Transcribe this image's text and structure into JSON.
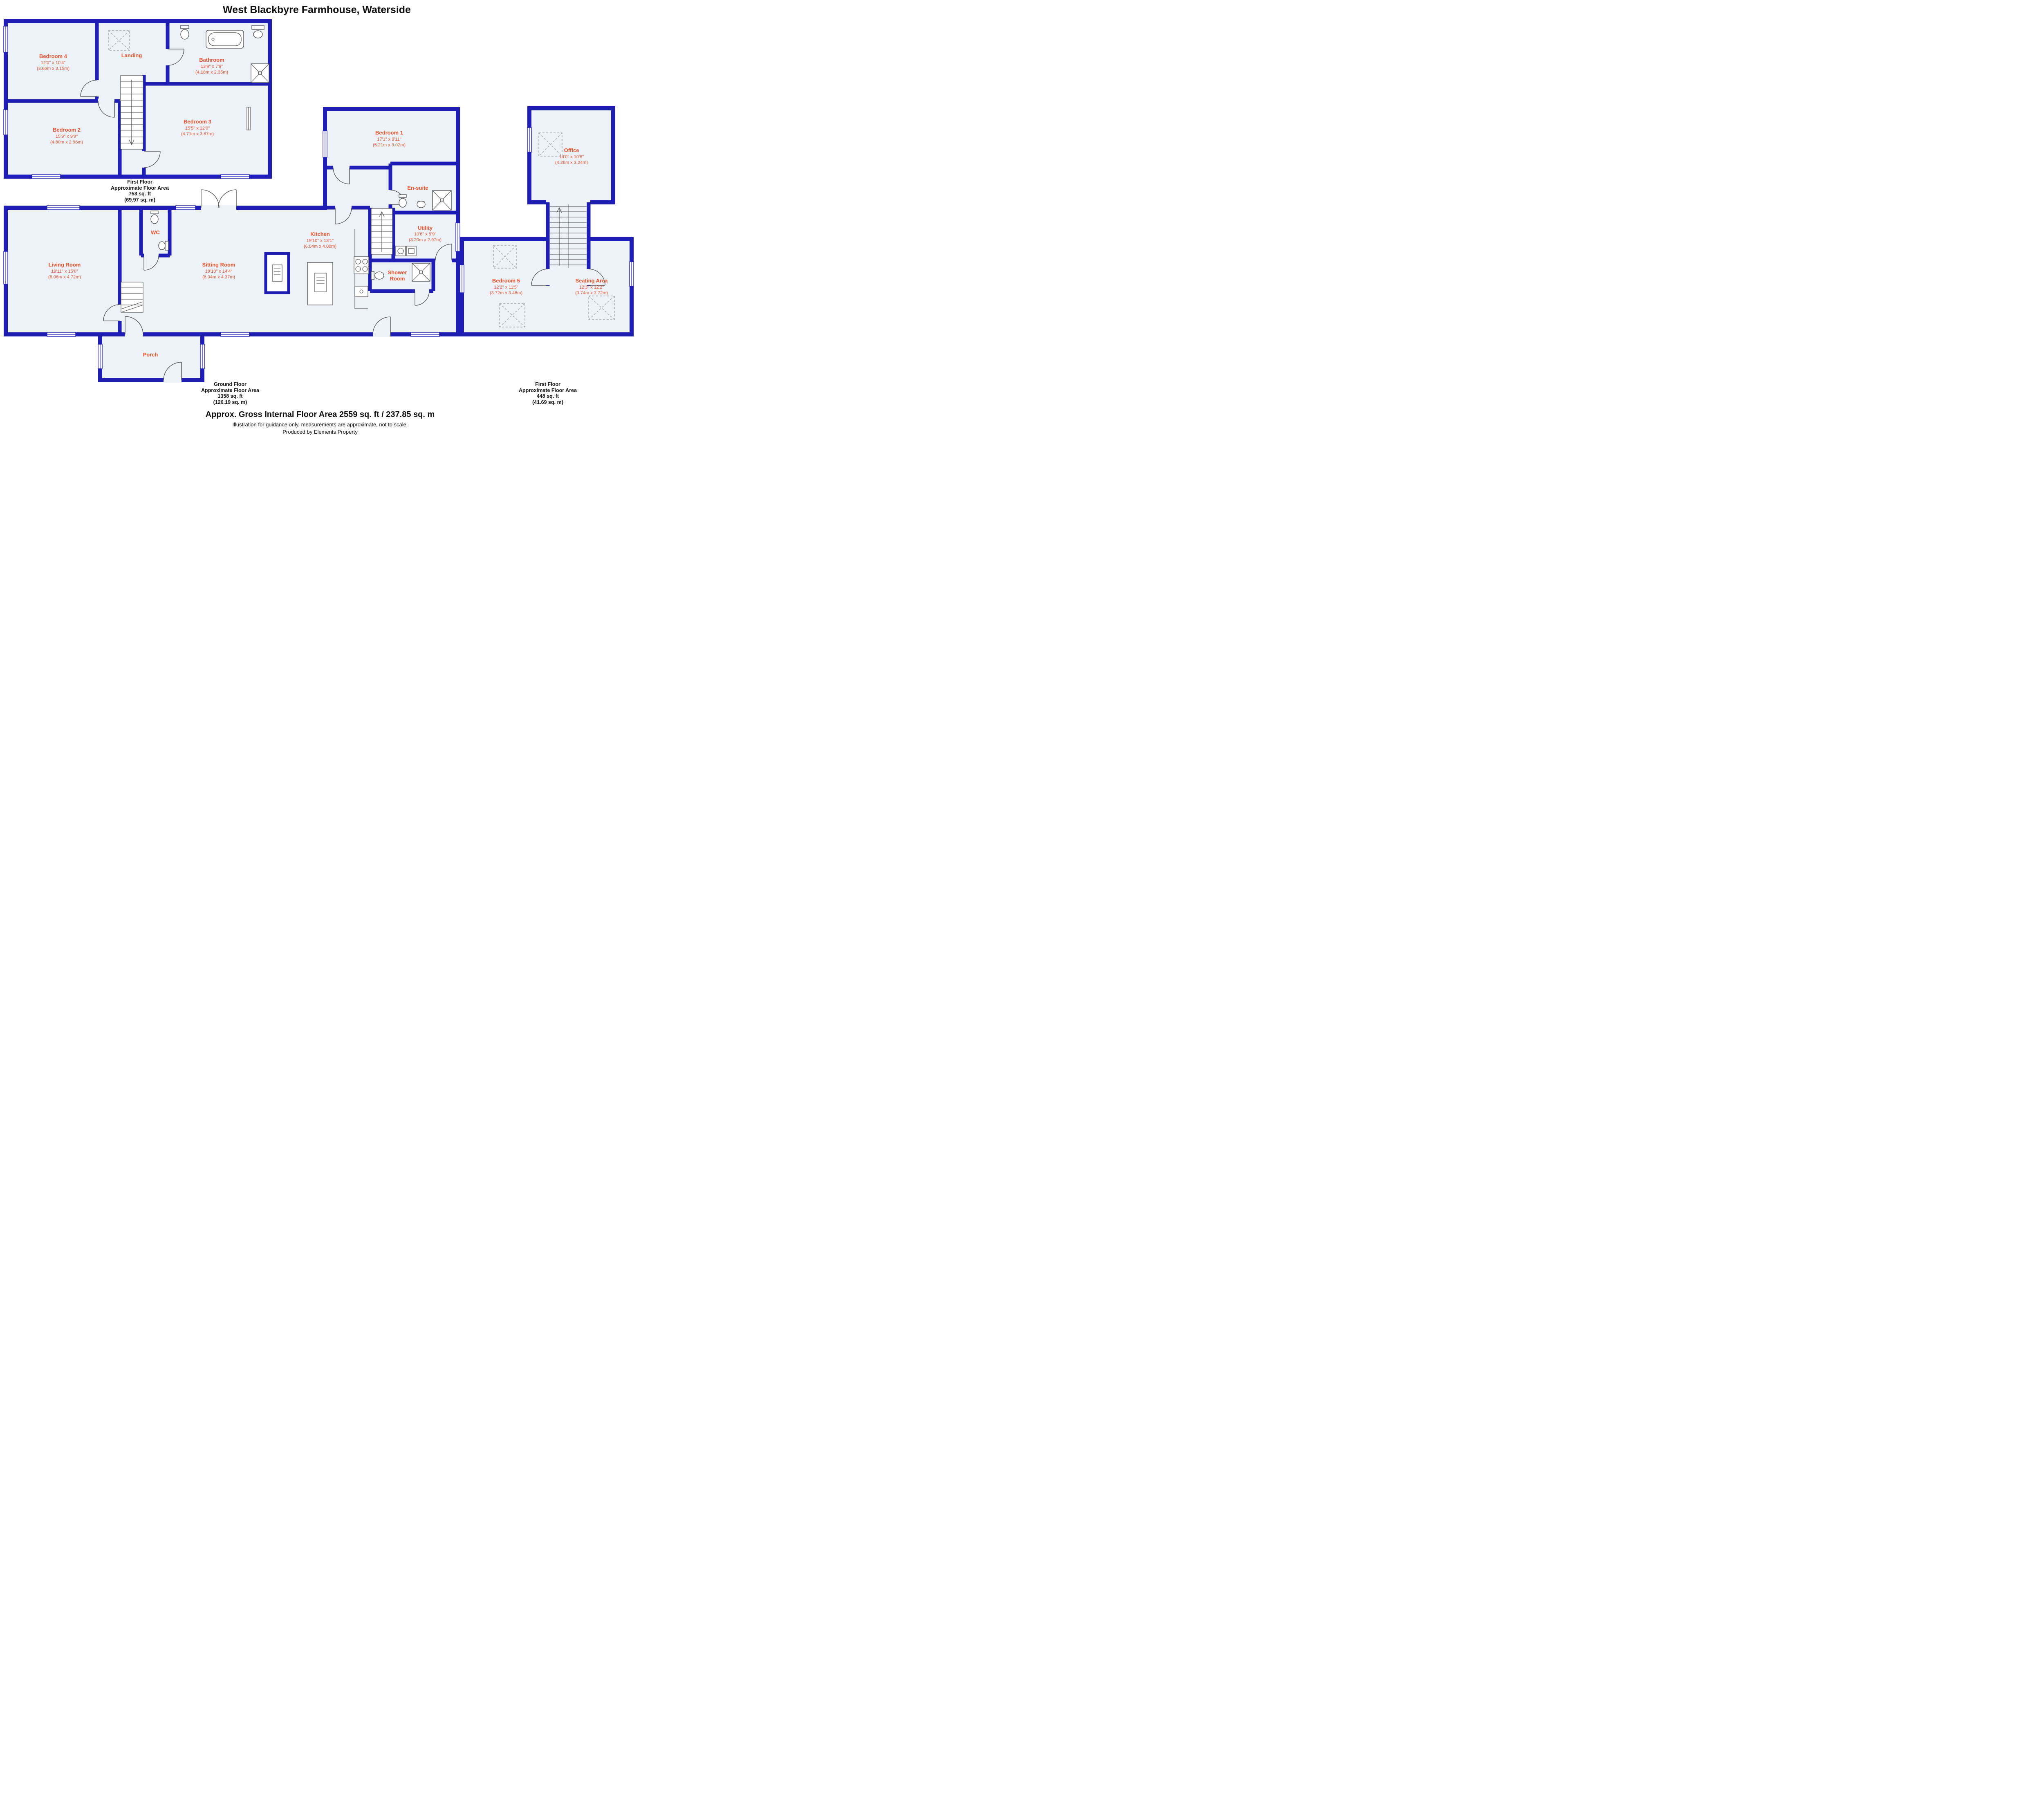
{
  "title": "West Blackbyre Farmhouse, Waterside",
  "colors": {
    "wall": "#1e1eb4",
    "room_fill": "#edf2f9",
    "label": "#e8542e",
    "ink": "#111111"
  },
  "rooms": {
    "bedroom4": {
      "name": "Bedroom 4",
      "ft": "12'0\" x 10'4\"",
      "m": "(3.66m x 3.15m)"
    },
    "landing": {
      "name": "Landing"
    },
    "bathroom": {
      "name": "Bathroom",
      "ft": "13'9\" x 7'9\"",
      "m": "(4.18m x 2.35m)"
    },
    "bedroom2": {
      "name": "Bedroom 2",
      "ft": "15'9\" x 9'9\"",
      "m": "(4.80m x 2.96m)"
    },
    "bedroom3": {
      "name": "Bedroom 3",
      "ft": "15'5\" x 12'0\"",
      "m": "(4.71m x 3.67m)"
    },
    "living": {
      "name": "Living Room",
      "ft": "19'11\" x 15'6\"",
      "m": "(6.06m x 4.72m)"
    },
    "wc": {
      "name": "WC"
    },
    "sitting": {
      "name": "Sitting Room",
      "ft": "19'10\" x 14'4\"",
      "m": "(6.04m x 4.37m)"
    },
    "kitchen": {
      "name": "Kitchen",
      "ft": "19'10\" x 13'1\"",
      "m": "(6.04m x 4.00m)"
    },
    "bedroom1": {
      "name": "Bedroom 1",
      "ft": "17'1\" x 9'11\"",
      "m": "(5.21m x 3.02m)"
    },
    "ensuite": {
      "name": "En-suite"
    },
    "utility": {
      "name": "Utility",
      "ft": "10'6\" x 9'9\"",
      "m": "(3.20m x 2.97m)"
    },
    "shower": {
      "line1": "Shower",
      "line2": "Room"
    },
    "porch": {
      "name": "Porch"
    },
    "office": {
      "name": "Office",
      "ft": "14'0\" x 10'8\"",
      "m": "(4.26m x 3.24m)"
    },
    "bedroom5": {
      "name": "Bedroom 5",
      "ft": "12'2\" x 11'5\"",
      "m": "(3.72m x 3.48m)"
    },
    "seating": {
      "name": "Seating Area",
      "ft": "12'3\" x 12'2\"",
      "m": "(3.74m x 3.72m)"
    }
  },
  "floor_labels": {
    "first_left": {
      "l1": "First Floor",
      "l2": "Approximate Floor Area",
      "l3": "753 sq. ft",
      "l4": "(69.97 sq. m)"
    },
    "ground": {
      "l1": "Ground Floor",
      "l2": "Approximate Floor Area",
      "l3": "1358 sq. ft",
      "l4": "(126.19 sq. m)"
    },
    "first_right": {
      "l1": "First Floor",
      "l2": "Approximate Floor Area",
      "l3": "448 sq. ft",
      "l4": "(41.69 sq. m)"
    }
  },
  "footer": {
    "total": "Approx. Gross Internal Floor Area 2559 sq. ft / 237.85 sq. m",
    "disclaimer": "Illustration for guidance only, measurements are approximate, not to scale.",
    "credit": "Produced by Elements Property"
  }
}
